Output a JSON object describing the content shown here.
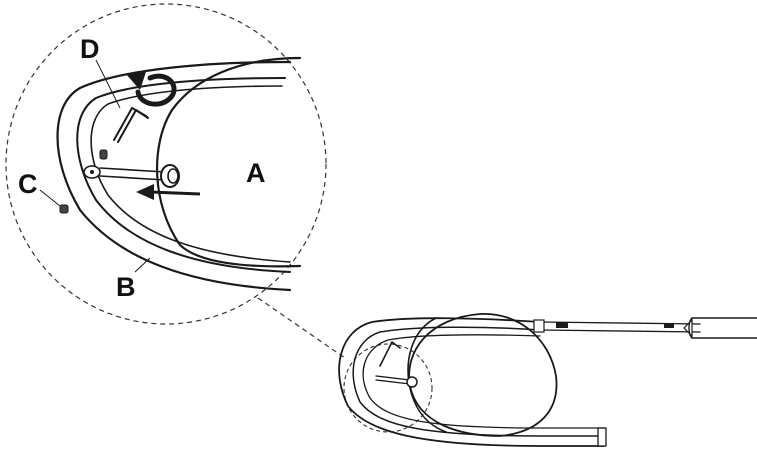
{
  "callouts": {
    "a": "A",
    "b": "B",
    "c": "C",
    "d": "D"
  },
  "colors": {
    "line": "#1a1a1a",
    "background": "#ffffff"
  },
  "icons": {
    "rotation": "clockwise-arrow-icon",
    "direction": "left-arrow-icon",
    "tool": "hex-key-icon"
  }
}
